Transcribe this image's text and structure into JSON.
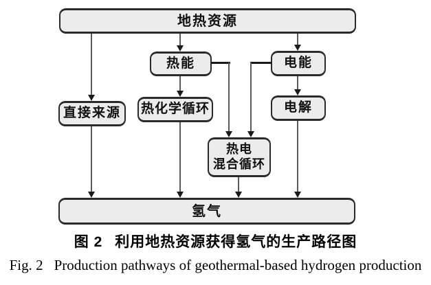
{
  "figure": {
    "nodes": {
      "geothermal": "地热资源",
      "thermal_energy": "热能",
      "electric_energy": "电能",
      "direct_source": "直接来源",
      "thermochemical_cycle": "热化学循环",
      "electrolysis": "电解",
      "hybrid_cycle_line1": "热电",
      "hybrid_cycle_line2": "混合循环",
      "hydrogen": "氢气"
    },
    "caption_zh": {
      "prefix": "图 2",
      "text": "利用地热资源获得氢气的生产路径图"
    },
    "caption_en": {
      "prefix": "Fig. 2",
      "text": "Production pathways of geothermal-based hydrogen production"
    },
    "colors": {
      "node_fill": "#ececec",
      "node_border": "#2a2a2a",
      "connector": "#5a5a5a",
      "arrow": "#1a1a1a"
    }
  }
}
